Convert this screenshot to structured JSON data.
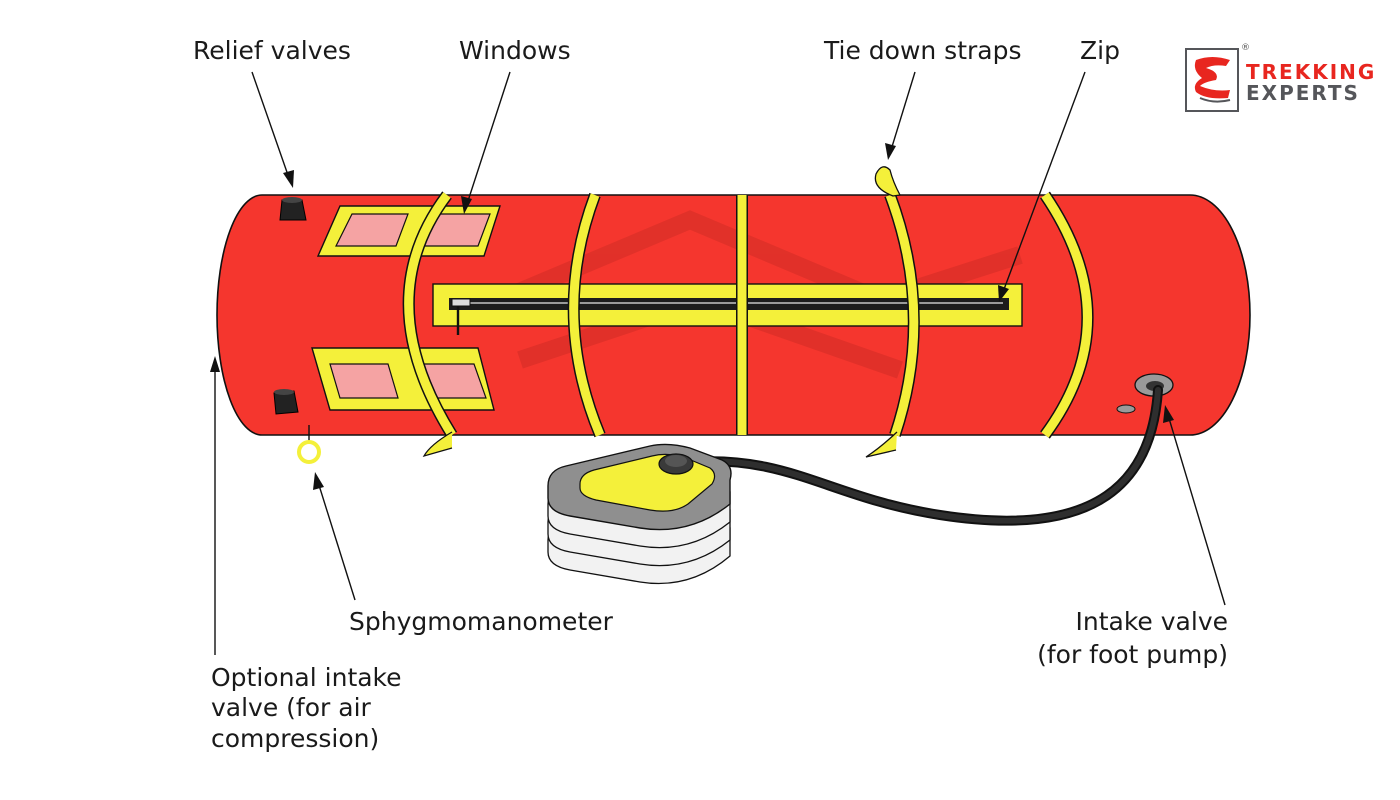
{
  "labels": {
    "relief_valves": "Relief valves",
    "windows": "Windows",
    "tie_down_straps": "Tie down straps",
    "zip": "Zip",
    "sphygmomanometer": "Sphygmomanometer",
    "intake_valve_line1": "Intake valve",
    "intake_valve_line2": "(for foot pump)",
    "optional_intake_line1": "Optional intake",
    "optional_intake_line2": "valve (for air",
    "optional_intake_line3": "compression)"
  },
  "logo": {
    "line1": "TREKKING",
    "line2": "EXPERTS",
    "registered": "®"
  },
  "colors": {
    "bag_red": "#f5362e",
    "strap_yellow": "#f4f03a",
    "window_pink": "#f5a3a3",
    "outline": "#111111",
    "hose": "#1c1c1c",
    "pump_grey": "#8f8f8f",
    "brand_red": "#e8261f",
    "brand_grey": "#55565a"
  }
}
